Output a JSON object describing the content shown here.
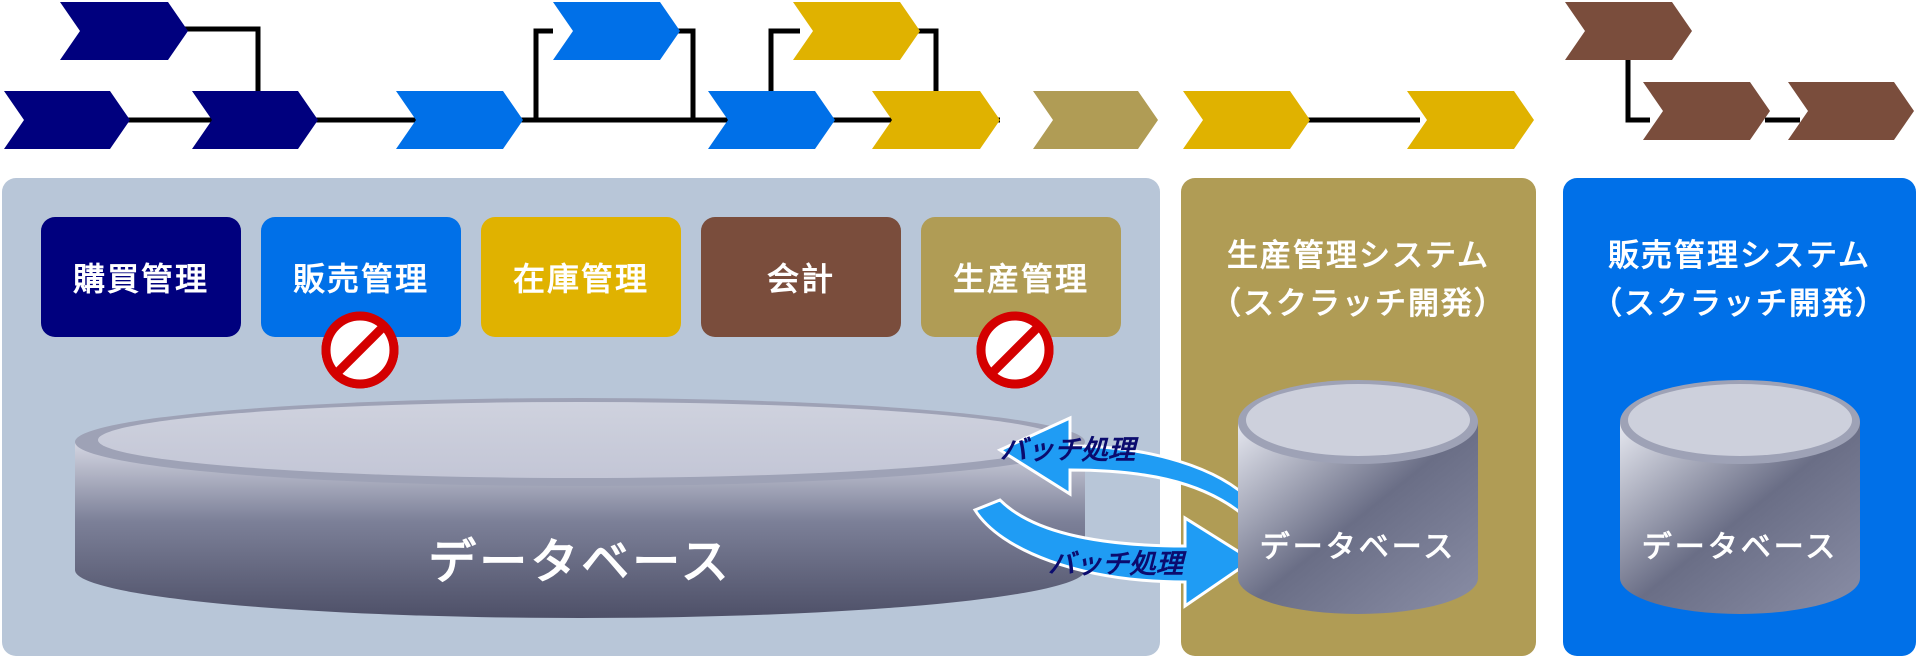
{
  "colors": {
    "navy": "#00007e",
    "blue": "#0070e8",
    "gold": "#e0b200",
    "brown": "#7a4d3c",
    "khaki": "#b09c55",
    "panel_gray": "#b8c6d8",
    "arrow_blue": "#1f9cf4",
    "no_sign_red": "#d40000"
  },
  "modules": [
    {
      "label": "購買管理",
      "color": "navy"
    },
    {
      "label": "販売管理",
      "color": "blue",
      "prohibited": true
    },
    {
      "label": "在庫管理",
      "color": "gold"
    },
    {
      "label": "会計",
      "color": "brown"
    },
    {
      "label": "生産管理",
      "color": "khaki",
      "prohibited": true
    }
  ],
  "main_db_label": "データベース",
  "production_system": {
    "title_line1": "生産管理システム",
    "title_line2": "（スクラッチ開発）",
    "db_label": "データベース"
  },
  "sales_system": {
    "title_line1": "販売管理システム",
    "title_line2": "（スクラッチ開発）",
    "db_label": "データベース"
  },
  "batch_labels": [
    "バッチ処理",
    "バッチ処理"
  ]
}
